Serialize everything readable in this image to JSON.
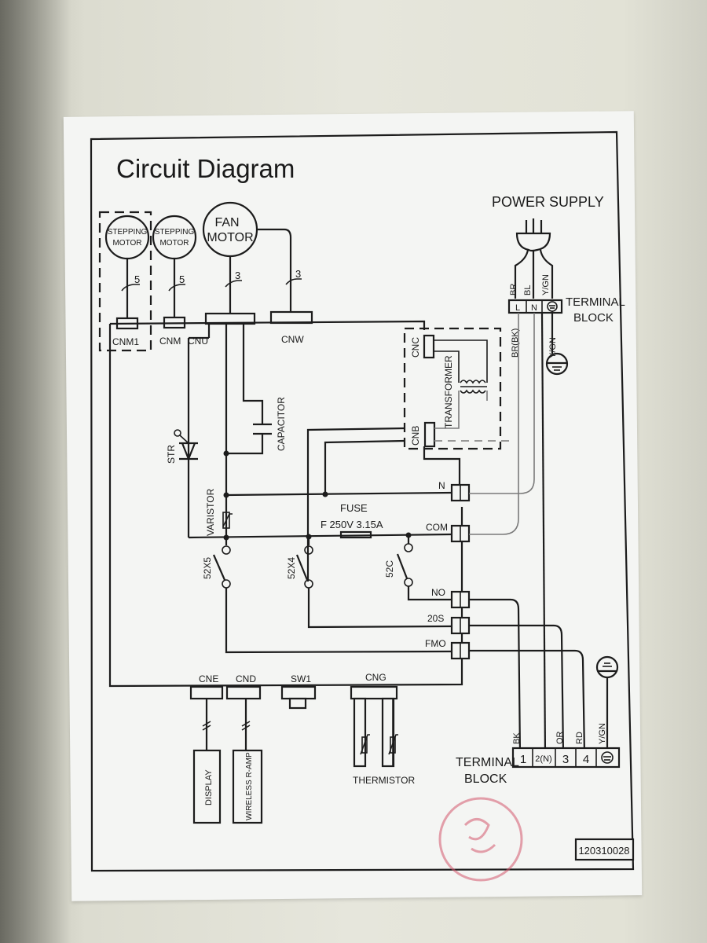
{
  "title": "Circuit Diagram",
  "drawing_number": "120310028",
  "motors": {
    "stepping_motor_1": {
      "line1": "STEPPING",
      "line2": "MOTOR",
      "wires": "5",
      "connector": "CNM1"
    },
    "stepping_motor_2": {
      "line1": "STEPPING",
      "line2": "MOTOR",
      "wires": "5",
      "connector": "CNM"
    },
    "fan_motor": {
      "line1": "FAN",
      "line2": "MOTOR",
      "wires": "3",
      "connector": "CNU"
    },
    "fan_motor_aux": {
      "wires": "3",
      "connector": "CNW"
    }
  },
  "power_supply": {
    "label": "POWER SUPPLY",
    "wire_brown": "BR",
    "wire_blue": "BL",
    "wire_earth": "Y/GN",
    "terminal_block_line1": "TERMINAL",
    "terminal_block_line2": "BLOCK",
    "terminals": [
      "L",
      "N",
      "⏚"
    ],
    "wire_br_bk": "BR(BK)",
    "earth_lead": "Y/GN"
  },
  "transformer": {
    "label": "TRANSFORMER",
    "connector_primary": "CNC",
    "connector_secondary": "CNB"
  },
  "components": {
    "str": "STR",
    "capacitor": "CAPACITOR",
    "varistor": "VARISTOR",
    "fuse": "FUSE",
    "fuse_rating": "F 250V 3.15A",
    "relay_52x5": "52X5",
    "relay_52x4": "52X4",
    "relay_52c": "52C"
  },
  "relay_terminals": [
    "N",
    "COM",
    "NO",
    "20S",
    "FMO"
  ],
  "bottom_connectors": {
    "cne": "CNE",
    "cnd": "CND",
    "sw1": "SW1",
    "cng": "CNG",
    "display": "DISPLAY",
    "wireless": "WIRELESS R-AMP",
    "thermistor": "THERMISTOR"
  },
  "outdoor_terminal_block": {
    "label_line1": "TERMINAL",
    "label_line2": "BLOCK",
    "wire_labels": [
      "BK",
      "OR",
      "RD",
      "Y/GN"
    ],
    "terminals": [
      "1",
      "2(N)",
      "3",
      "4",
      "⏚"
    ]
  },
  "colors": {
    "ink": "#1c1c1c",
    "paper": "#f4f5f3",
    "stamp": "#d4566c"
  }
}
